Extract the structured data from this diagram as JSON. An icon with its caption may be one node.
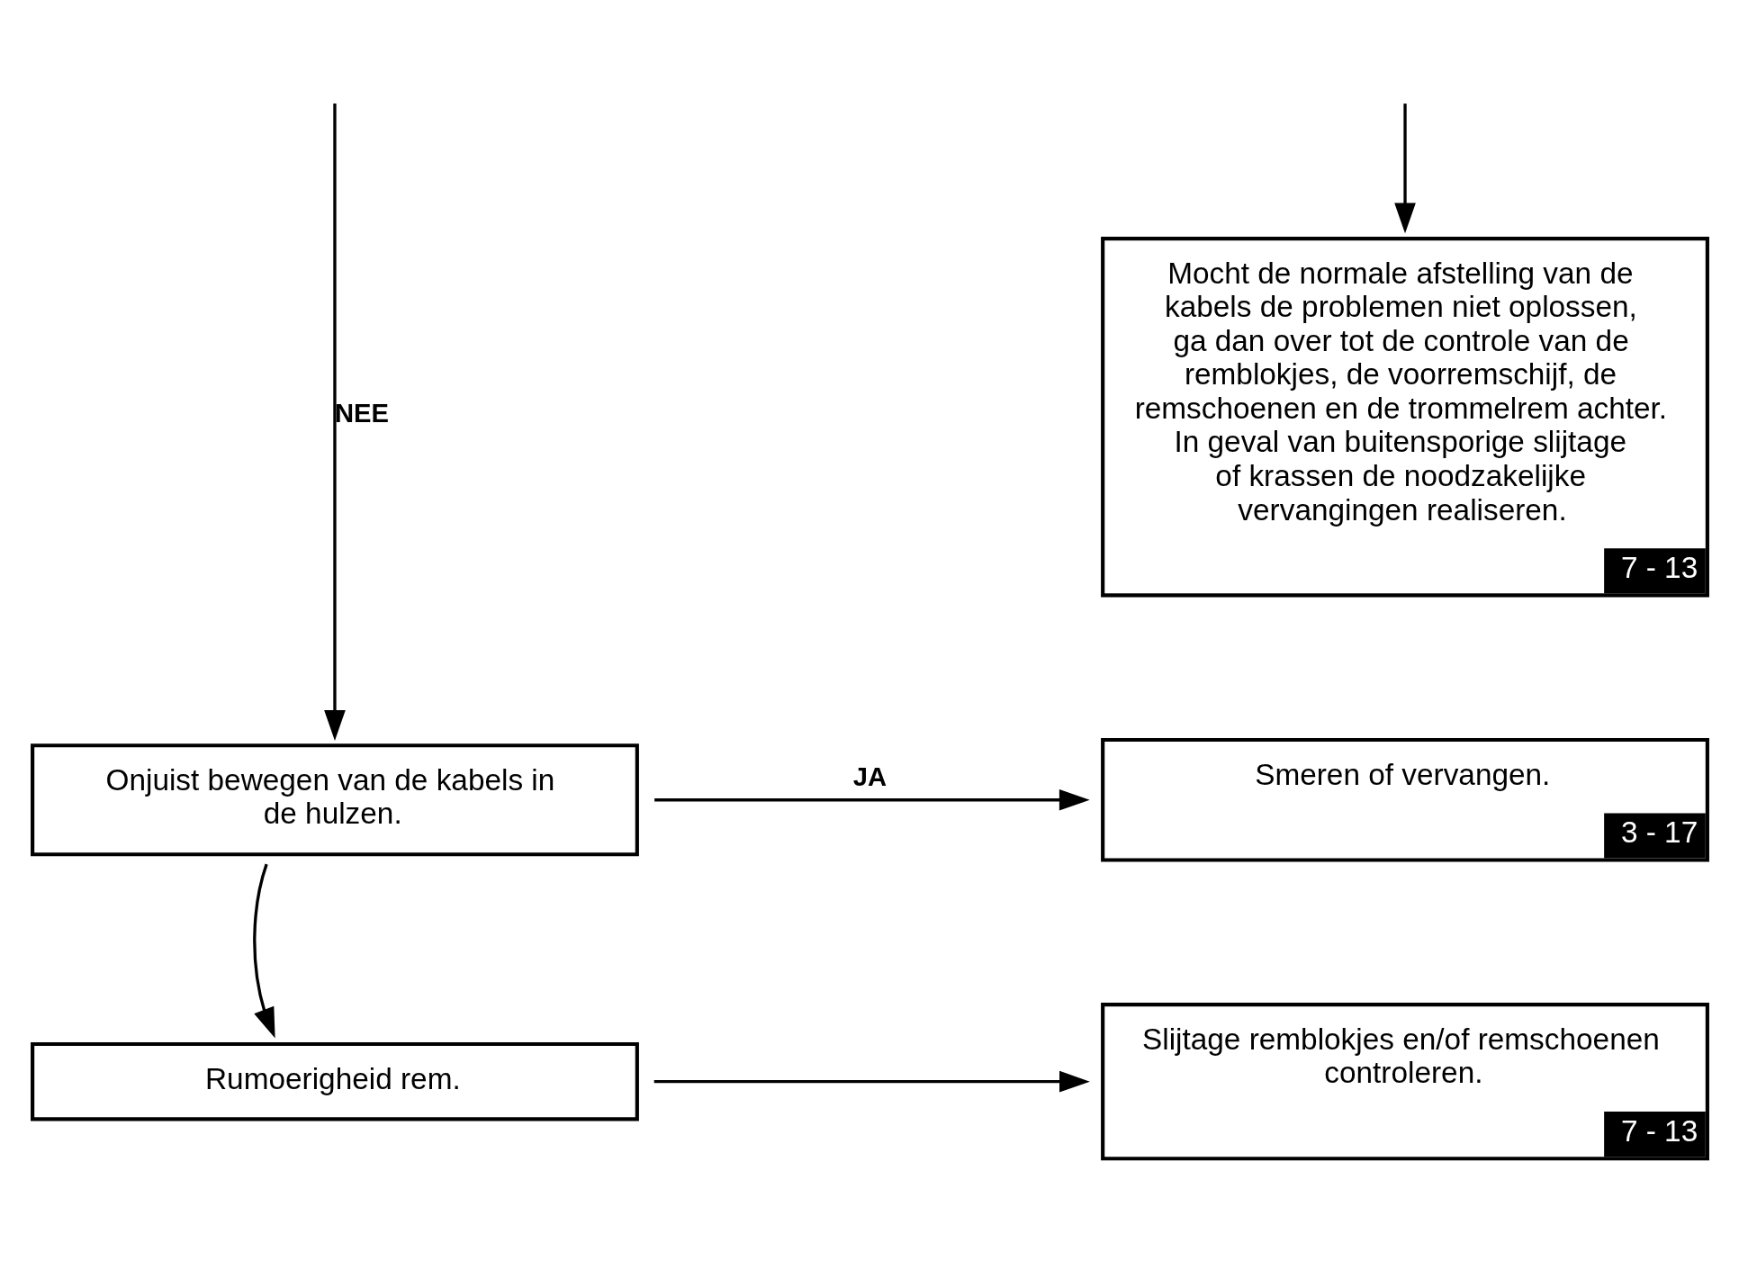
{
  "diagram": {
    "nodes": [
      {
        "text": [
          "Mocht de normale afstelling van de kabels de problemen niet oplossen, ga dan over tot de controle van de remblokjes, de voorremschijf, de remschoenen en de trommelrem achter. In geval van buitensporige slijtage of krassen de noodzakelijke vervangingen realiseren.",
          "7 - 13"
        ]
      },
      {
        "text": [
          "Onjuist bewegen van de kabels in de hulzen."
        ]
      },
      {
        "text": [
          "Smeren of vervangen.",
          "3 - 17"
        ]
      },
      {
        "text": [
          "Rumoerigheid rem."
        ]
      },
      {
        "text": [
          "Slijtage remblokjes en/of remschoenen controleren.",
          "7 - 13"
        ]
      }
    ],
    "edges": [
      {
        "from": null,
        "to": 1,
        "arrow": "to",
        "label": "NEE"
      },
      {
        "from": null,
        "to": 0,
        "arrow": "to"
      },
      {
        "from": 1,
        "to": 2,
        "arrow": "to",
        "label": "JA"
      },
      {
        "from": 1,
        "to": 3,
        "arrow": "to"
      },
      {
        "from": 3,
        "to": 4,
        "arrow": "to"
      }
    ]
  }
}
